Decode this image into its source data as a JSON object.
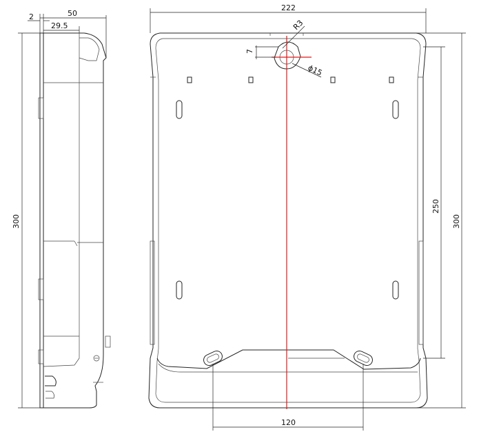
{
  "side_view": {
    "dim_depth": "50",
    "dim_lip": "2",
    "dim_step": "29.5",
    "dim_height": "300"
  },
  "front_view": {
    "dim_width": "222",
    "dim_mount_spacing": "250",
    "dim_height": "300",
    "dim_bottom_holes": "120",
    "dim_radius": "R3",
    "dim_hole_dia": "ϕ15",
    "dim_offset": "7"
  }
}
